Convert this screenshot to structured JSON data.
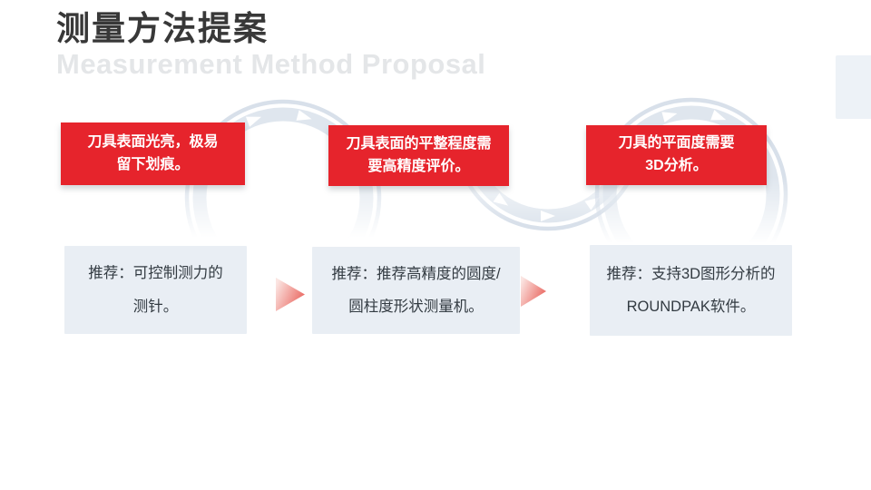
{
  "slide": {
    "title": "测量方法提案",
    "subtitle": "Measurement Method Proposal"
  },
  "problems": [
    {
      "line1": "刀具表面光亮，极易",
      "line2": "留下划痕。"
    },
    {
      "line1": "刀具表面的平整程度需",
      "line2": "要高精度评价。"
    },
    {
      "line1": "刀具的平面度需要",
      "line2": "3D分析。"
    }
  ],
  "recommendations": [
    {
      "line1": "推荐：可控制测力的",
      "line2": "测针。"
    },
    {
      "line1": "推荐：推荐高精度的圆度/",
      "line2": "圆柱度形状测量机。"
    },
    {
      "line1": "推荐：支持3D图形分析的",
      "line2": "ROUNDPAK软件。"
    }
  ],
  "colors": {
    "brand_red": "#e6242c",
    "panel_blue": "#e9eef4",
    "subtitle_gray": "#e4e6e8",
    "title_gray": "#383838",
    "ring_band": "#dfe6ee",
    "ring_outline": "#d8e0ea",
    "arrow_gradient_start": "#fbe5e2",
    "arrow_gradient_end": "#e9655e",
    "corner_accent": "#edf2f7"
  }
}
